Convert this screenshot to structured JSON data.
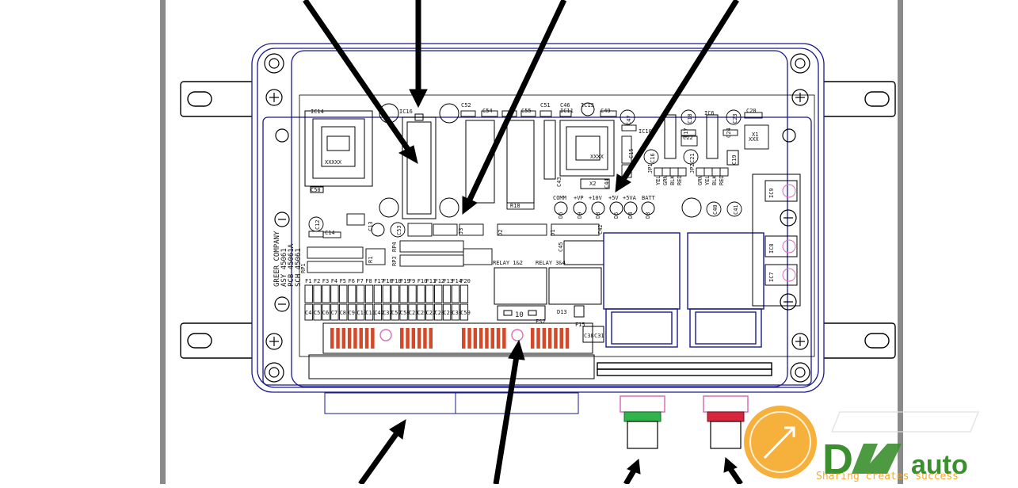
{
  "colors": {
    "frame": "#8a8a8a",
    "line": "#1a1a8c",
    "ink": "#111111",
    "pad": "#d24a2a",
    "arrow": "#000000",
    "fitting_green": "#2fb34a",
    "fitting_red": "#d8263f",
    "fitting_pink": "#d86fb8",
    "logo_orange": "#f4a21a",
    "logo_green": "#3b8f2e",
    "logo_grey": "#c9c9c9"
  },
  "board": {
    "company_lines": [
      "GREER COMPANY",
      "ASY 45061",
      "PCB 45061A",
      "SCH 45061"
    ],
    "ic_labels": [
      "IC14",
      "IC16",
      "IC7",
      "IC8",
      "IC11",
      "IC13",
      "IC6",
      "IC9",
      "IC10"
    ],
    "chip_marks": [
      "XXXXX",
      "XXXX",
      "XXX",
      "X2",
      "X1"
    ],
    "cap_labels": [
      "C50",
      "C52",
      "C53",
      "C54",
      "C55",
      "C51",
      "C46",
      "C49",
      "C47",
      "C18",
      "C23",
      "C20",
      "C21",
      "C16",
      "C12",
      "C13",
      "C14",
      "C40",
      "C41",
      "C42",
      "C43",
      "C44",
      "C45",
      "C22",
      "C15",
      "C19",
      "C17",
      "C24"
    ],
    "test_point_labels": [
      "COMM",
      "+VP",
      "+10V",
      "+5V",
      "+5VA",
      "BATT"
    ],
    "diode_labels": [
      "D6",
      "D9",
      "D8",
      "D5",
      "D4",
      "D3",
      "D13",
      "D2",
      "D1"
    ],
    "connector_labels": [
      "JP1",
      "JP2",
      "RP4",
      "RP3",
      "RP1",
      "R18",
      "J3",
      "R1"
    ],
    "wire_colors": [
      "YEL",
      "GRN",
      "BLK",
      "RED"
    ],
    "relay_labels": [
      "RELAY 1&2",
      "RELAY 3&4"
    ],
    "fuse_row": [
      "F1",
      "F2",
      "F3",
      "F4",
      "F5",
      "F6",
      "F7",
      "F8",
      "F17",
      "F16",
      "F18",
      "F19",
      "F9",
      "F10",
      "F11",
      "F12",
      "F13",
      "F14",
      "F20"
    ],
    "cap_row": [
      "C4",
      "C5",
      "C6",
      "C7",
      "C8",
      "C9",
      "C10",
      "C11",
      "C42",
      "C37",
      "C57",
      "C58",
      "C25",
      "C26",
      "C27",
      "C28",
      "C29",
      "C30",
      "C59"
    ],
    "fuse_value": "10",
    "fuse_ref": "FS2",
    "misc_labels": [
      "F15",
      "C38",
      "C31"
    ]
  },
  "watermark": {
    "brand_left": "D",
    "brand_right": "auto",
    "tagline": "Sharing creates success"
  }
}
